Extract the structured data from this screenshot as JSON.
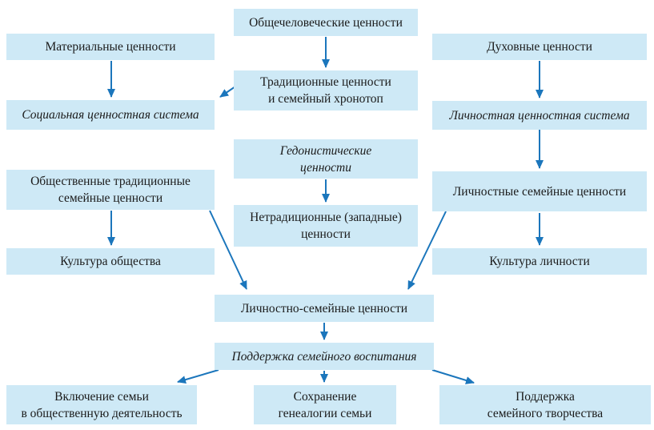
{
  "diagram": {
    "type": "flowchart",
    "language": "ru",
    "colors": {
      "node_fill": "#cee9f6",
      "arrow": "#1b76bc",
      "text": "#1b1b1b",
      "background": "#ffffff"
    },
    "nodes": {
      "universal": {
        "label": "Общечеловеческие ценности",
        "italic": false
      },
      "material": {
        "label": "Материальные ценности",
        "italic": false
      },
      "spiritual": {
        "label": "Духовные ценности",
        "italic": false
      },
      "traditional": {
        "label": "Традиционные ценности\nи семейный хронотоп",
        "italic": false
      },
      "social_system": {
        "label": "Социальная ценностная система",
        "italic": true
      },
      "personal_system": {
        "label": "Личностная ценностная система",
        "italic": true
      },
      "hedonistic": {
        "label": "Гедонистические\nценности",
        "italic": true
      },
      "public_traditional": {
        "label": "Общественные традиционные\nсемейные ценности",
        "italic": false
      },
      "personal_family": {
        "label": "Личностные семейные ценности",
        "italic": false
      },
      "nontraditional": {
        "label": "Нетрадиционные (западные)\nценности",
        "italic": false
      },
      "culture_society": {
        "label": "Культура общества",
        "italic": false
      },
      "culture_person": {
        "label": "Культура личности",
        "italic": false
      },
      "personal_family_values": {
        "label": "Личностно-семейные ценности",
        "italic": false
      },
      "support_upbringing": {
        "label": "Поддержка семейного воспитания",
        "italic": true
      },
      "family_inclusion": {
        "label": "Включение семьи\nв общественную деятельность",
        "italic": false
      },
      "genealogy": {
        "label": "Сохранение\nгенеалогии семьи",
        "italic": false
      },
      "creativity": {
        "label": "Поддержка\nсемейного творчества",
        "italic": false
      }
    },
    "edges": [
      {
        "from": "universal",
        "to": "traditional"
      },
      {
        "from": "traditional",
        "to": "social_system"
      },
      {
        "from": "material",
        "to": "social_system"
      },
      {
        "from": "spiritual",
        "to": "personal_system"
      },
      {
        "from": "personal_system",
        "to": "personal_family"
      },
      {
        "from": "hedonistic",
        "to": "nontraditional"
      },
      {
        "from": "public_traditional",
        "to": "culture_society"
      },
      {
        "from": "personal_family",
        "to": "culture_person"
      },
      {
        "from": "public_traditional",
        "to": "personal_family_values"
      },
      {
        "from": "personal_family",
        "to": "personal_family_values"
      },
      {
        "from": "personal_family_values",
        "to": "support_upbringing"
      },
      {
        "from": "support_upbringing",
        "to": "family_inclusion"
      },
      {
        "from": "support_upbringing",
        "to": "genealogy"
      },
      {
        "from": "support_upbringing",
        "to": "creativity"
      }
    ]
  }
}
